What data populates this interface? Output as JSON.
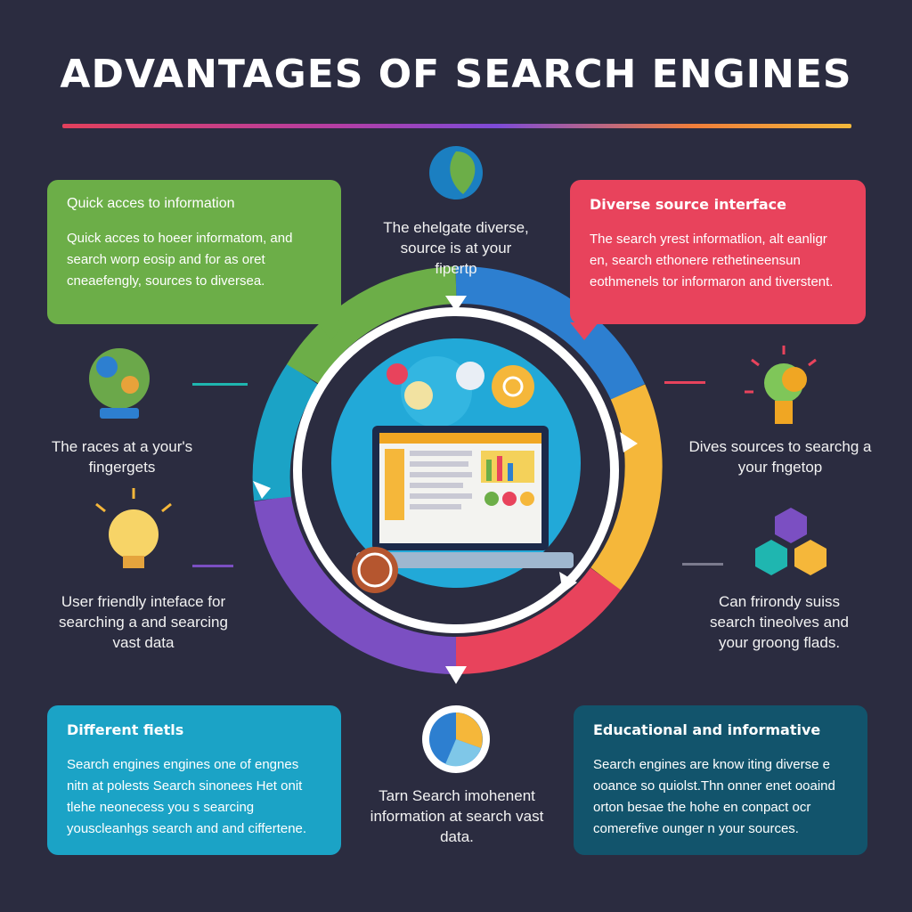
{
  "title": "ADVANTAGES OF SEARCH ENGINES",
  "cards": {
    "top_left": {
      "heading": "Quick acces to information",
      "body": "Quick acces to hoeer informatom, and search worp eosip and for as oret cneaefengly, sources to diversea."
    },
    "top_right": {
      "heading": "Diverse source interface",
      "body": "The search yrest informatlion, alt eanligr en, search ethonere rethetineensun eothmenels tor informaron and tiverstent."
    },
    "bottom_left": {
      "heading": "Different fietls",
      "body": "Search engines engines one of engnes nitn at polests Search sinonees Het onit tlehe neonecess you s searcing youscleanhgs search and and ciffertene."
    },
    "bottom_right": {
      "heading": "Educational and informative",
      "body": "Search engines are know iting diverse e ooance so quiolst.Thn onner enet ooaind orton besae the hohe en conpact ocr comerefive ounger n your sources."
    }
  },
  "labels": {
    "top_center": "The ehelgate diverse, source is at your fipertp",
    "left_upper": "The races at a your's fingergets",
    "left_lower": "User friendly inteface for searching a and searcing vast data",
    "right_upper": "Dives sources to searchg a your fngetop",
    "right_lower": "Can frirondy suiss search tineolves and your groong flads.",
    "bottom_center": "Tarn Search imohenent information at search vast data."
  },
  "icons": {
    "top": "leaf-globe-icon",
    "left_upper": "globe-icon",
    "left_lower": "lightbulb-icon",
    "right_upper": "lightbulb-icon",
    "right_lower": "hexagons-icon",
    "bottom": "pie-chart-icon",
    "center": "laptop-icon"
  },
  "colors": {
    "background": "#2b2c40",
    "green": "#6cae48",
    "red": "#e8435c",
    "blue": "#1ba3c6",
    "teal": "#12546c",
    "ring_blue": "#2d7fd0",
    "ring_yellow": "#f5b73a",
    "ring_purple": "#7b4fc2"
  }
}
